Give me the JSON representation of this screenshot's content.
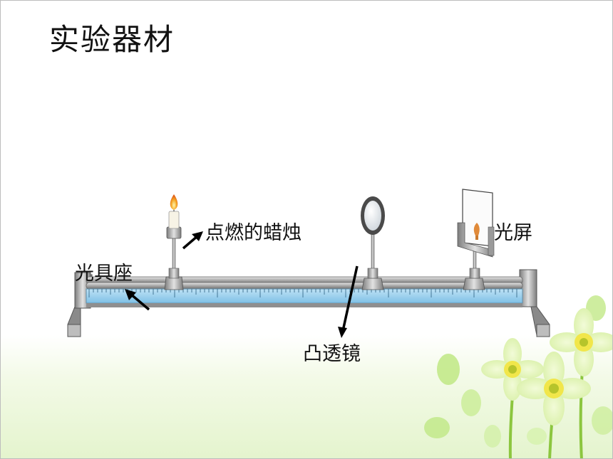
{
  "slide": {
    "title": "实验器材"
  },
  "labels": {
    "candle": "点燃的蜡烛",
    "screen": "光屏",
    "bench": "光具座",
    "lens": "凸透镜"
  }
}
